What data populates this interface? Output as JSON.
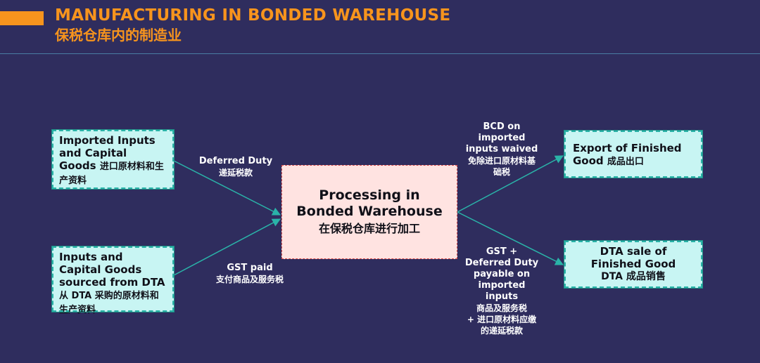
{
  "header": {
    "title": "MANUFACTURING IN BONDED WAREHOUSE",
    "subtitle": "保税仓库内的制造业"
  },
  "nodes": {
    "imported_inputs": {
      "en": "Imported Inputs and Capital Goods",
      "zh": "进口原材料和生产资料"
    },
    "dta_inputs": {
      "en": "Inputs and Capital Goods sourced from DTA",
      "zh": "从 DTA 采购的原材料和生产资料"
    },
    "processing": {
      "en_line1": "Processing in",
      "en_line2": "Bonded Warehouse",
      "zh": "在保税仓库进行加工"
    },
    "export": {
      "en": "Export of Finished Good",
      "zh": "成品出口"
    },
    "dta_sale": {
      "en_line1": "DTA sale of",
      "en_line2": "Finished Good",
      "zh": "DTA 成品销售"
    }
  },
  "edges": {
    "deferred_duty": {
      "en": "Deferred Duty",
      "zh": "递延税款"
    },
    "gst_paid": {
      "en": "GST paid",
      "zh": "支付商品及服务税"
    },
    "bcd_waived": {
      "en_lines": [
        "BCD on",
        "imported",
        "inputs waived"
      ],
      "zh_lines": [
        "免除进口原材料基",
        "础税"
      ]
    },
    "gst_deferred": {
      "en_lines": [
        "GST +",
        "Deferred Duty",
        "payable on",
        "imported",
        "inputs"
      ],
      "zh_lines": [
        "商品及服务税",
        "+ 进口原材料应缴",
        "的递延税款"
      ]
    }
  },
  "colors": {
    "background": "#2f2d5e",
    "accent": "#f7941d",
    "box_fill": "#c8f5f3",
    "box_border": "#2ab3a8",
    "center_fill": "#ffe3e1",
    "center_border": "#d94b4b",
    "arrow": "#2ab3a8"
  }
}
